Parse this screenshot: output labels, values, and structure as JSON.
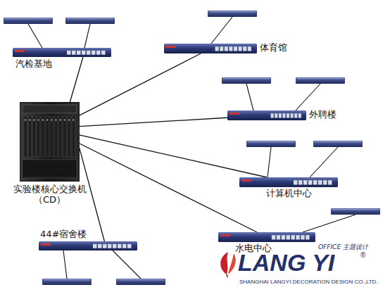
{
  "diagram": {
    "nodes": [
      {
        "text": [
          "实验楼核心交换机 （CD）"
        ]
      },
      {
        "text": [
          "汽检基地"
        ]
      },
      {
        "text": [
          "体育馆"
        ]
      },
      {
        "text": [
          "外聘楼"
        ]
      },
      {
        "text": [
          "计算机中心"
        ]
      },
      {
        "text": [
          "水电中心"
        ]
      },
      {
        "text": [
          "44#宿舍楼"
        ]
      }
    ],
    "edges": [
      {
        "from": 0,
        "to": 1,
        "arrow": "none"
      },
      {
        "from": 0,
        "to": 2,
        "arrow": "none"
      },
      {
        "from": 0,
        "to": 3,
        "arrow": "none"
      },
      {
        "from": 0,
        "to": 4,
        "arrow": "none"
      },
      {
        "from": 0,
        "to": 5,
        "arrow": "none"
      },
      {
        "from": 0,
        "to": 6,
        "arrow": "none"
      }
    ],
    "labels": [
      "LANG YI",
      "®",
      "OFFICE 主题设计",
      "SHANGHAI LANGYI DECORATION DESIGN CO.,LTD."
    ]
  }
}
